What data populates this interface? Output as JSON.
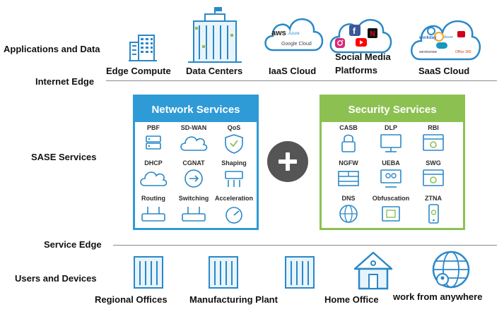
{
  "rows": {
    "applications_and_data": "Applications and Data",
    "internet_edge": "Internet Edge",
    "sase_services": "SASE Services",
    "service_edge": "Service Edge",
    "users_and_devices": "Users and Devices"
  },
  "applications": {
    "edge_compute": "Edge Compute",
    "data_centers": "Data Centers",
    "iaas_cloud": {
      "label": "IaaS Cloud",
      "providers": [
        "aws",
        "Azure",
        "Google Cloud"
      ]
    },
    "social_media": {
      "label_line1": "Social Media",
      "label_line2": "Platforms"
    },
    "saas_cloud": {
      "label": "SaaS Cloud",
      "providers": [
        "workday",
        "Azure",
        "salesforce",
        "servicenow",
        "Office 365"
      ]
    }
  },
  "network_services": {
    "title": "Network Services",
    "items": [
      "PBF",
      "SD-WAN",
      "QoS",
      "DHCP",
      "CGNAT",
      "Shaping",
      "Routing",
      "Switching",
      "Acceleration"
    ]
  },
  "security_services": {
    "title": "Security Services",
    "items": [
      "CASB",
      "DLP",
      "RBI",
      "NGFW",
      "UEBA",
      "SWG",
      "DNS",
      "Obfuscation",
      "ZTNA"
    ]
  },
  "users": {
    "regional_offices": "Regional Offices",
    "manufacturing_plant": "Manufacturing Plant",
    "home_office": "Home Office",
    "work_from_anywhere": "work from anywhere"
  },
  "colors": {
    "network_blue": "#2f9bd6",
    "security_green": "#8cc152",
    "icon_blue": "#2a88c8",
    "rule_gray": "#8a8a8a",
    "plus_gray": "#555555"
  }
}
